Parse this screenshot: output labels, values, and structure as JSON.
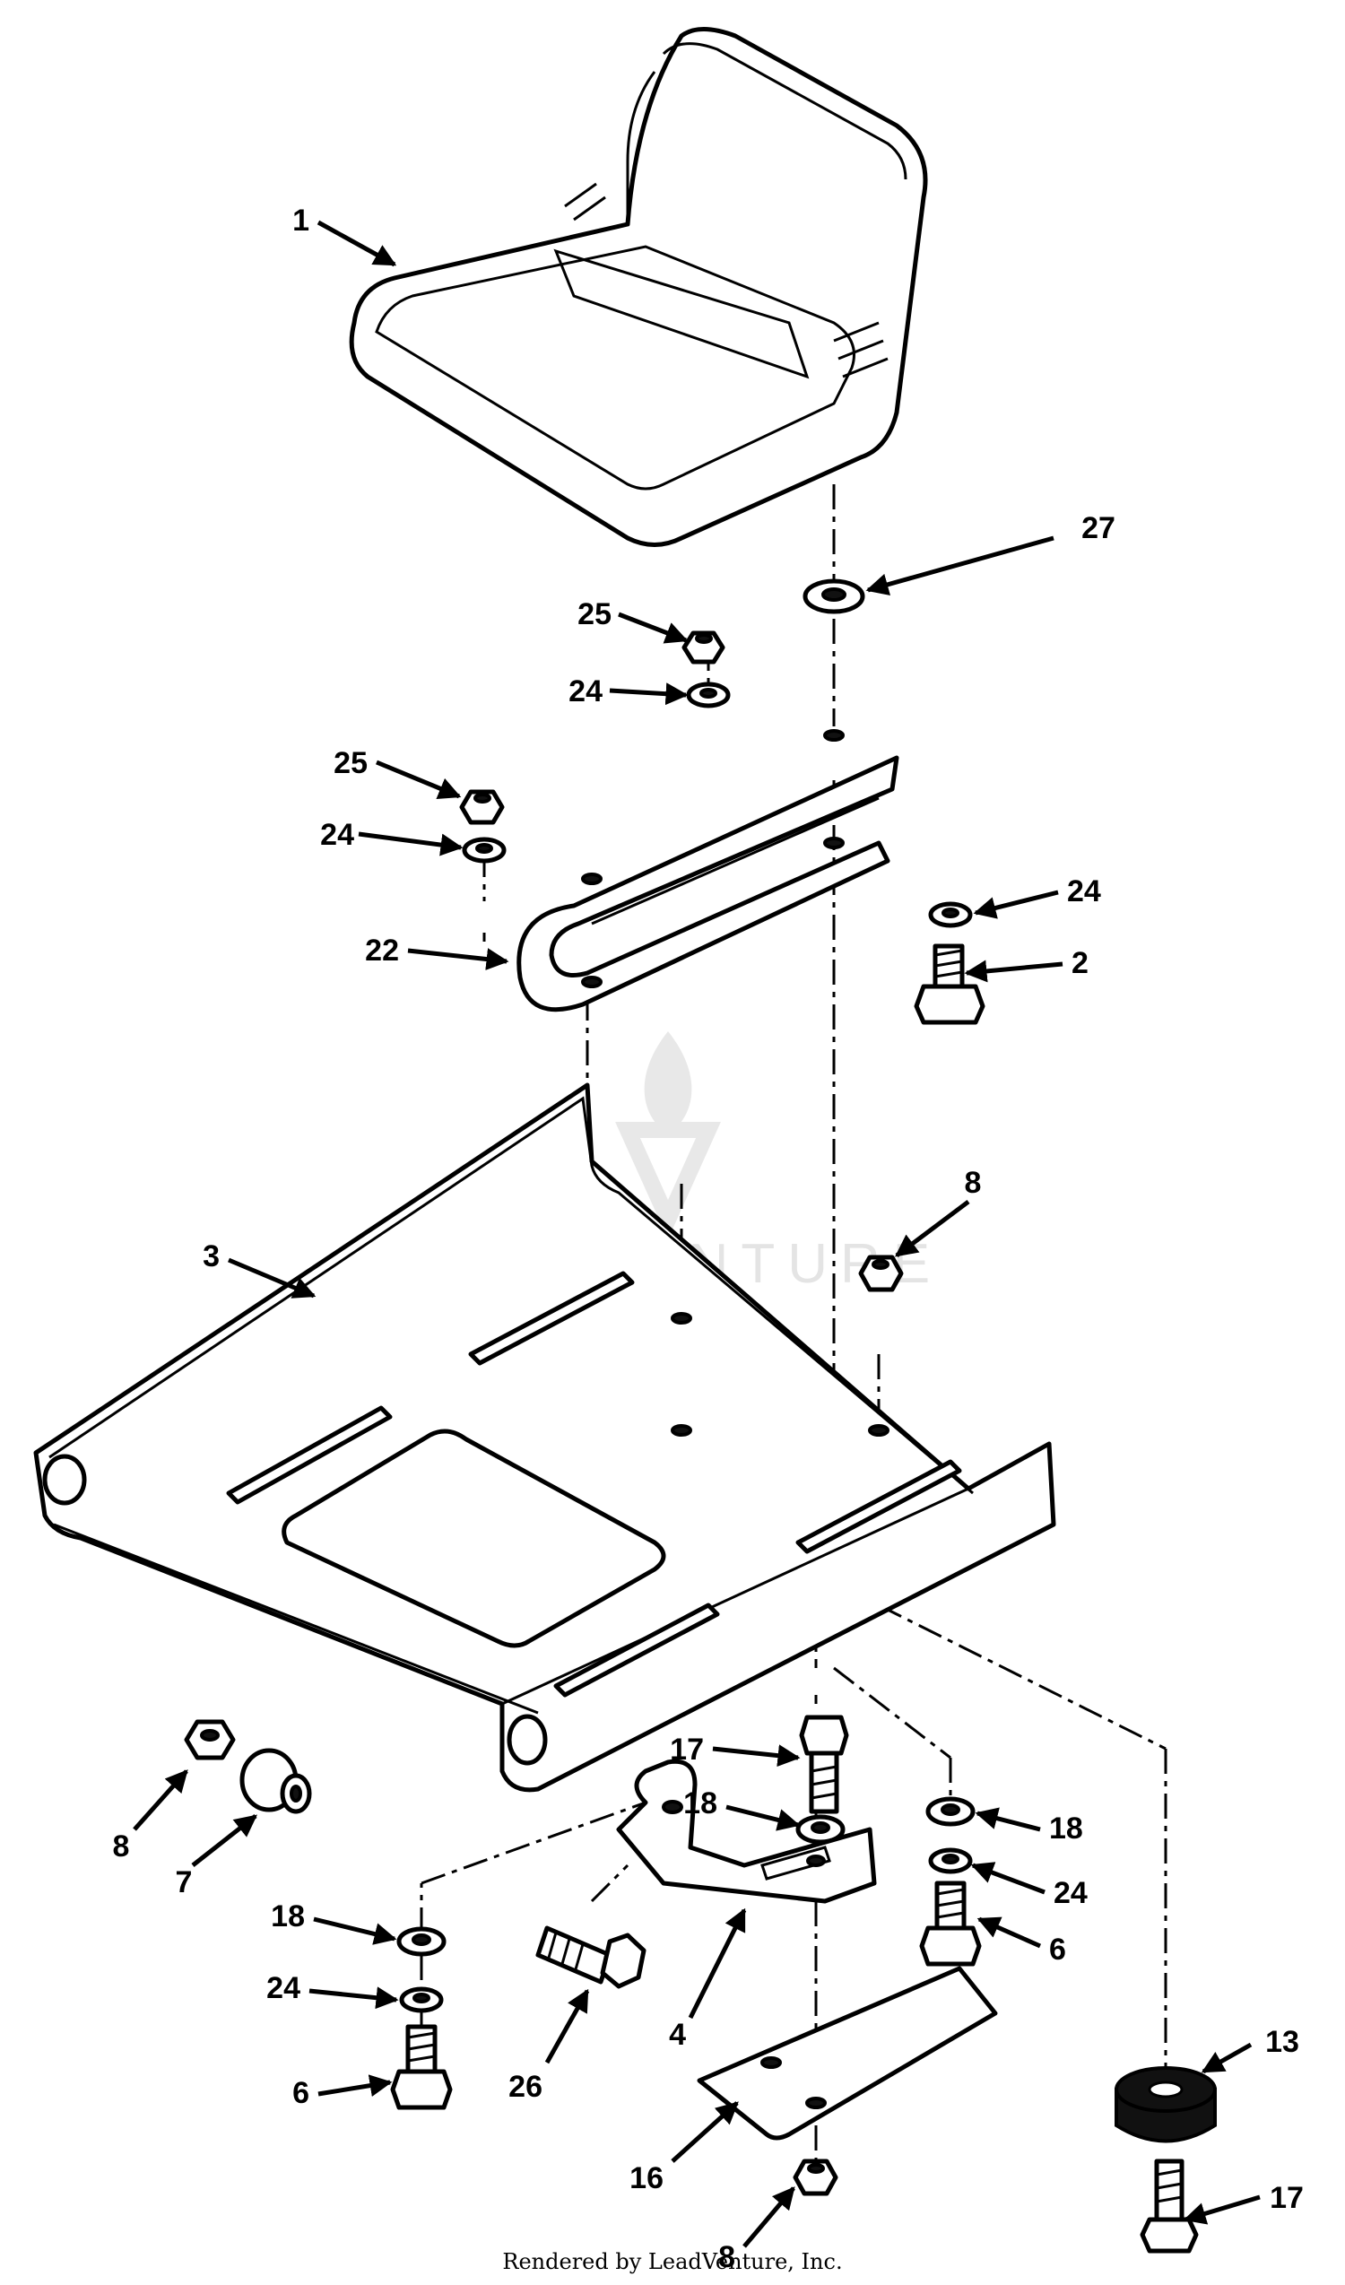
{
  "callouts": [
    {
      "id": "1",
      "text": "1"
    },
    {
      "id": "27",
      "text": "27"
    },
    {
      "id": "25a",
      "text": "25"
    },
    {
      "id": "24a",
      "text": "24"
    },
    {
      "id": "25b",
      "text": "25"
    },
    {
      "id": "24b",
      "text": "24"
    },
    {
      "id": "22",
      "text": "22"
    },
    {
      "id": "24c",
      "text": "24"
    },
    {
      "id": "2",
      "text": "2"
    },
    {
      "id": "3",
      "text": "3"
    },
    {
      "id": "8a",
      "text": "8"
    },
    {
      "id": "8b",
      "text": "8"
    },
    {
      "id": "7",
      "text": "7"
    },
    {
      "id": "17a",
      "text": "17"
    },
    {
      "id": "18a",
      "text": "18"
    },
    {
      "id": "18b",
      "text": "18"
    },
    {
      "id": "24d",
      "text": "24"
    },
    {
      "id": "6a",
      "text": "6"
    },
    {
      "id": "18c",
      "text": "18"
    },
    {
      "id": "24e",
      "text": "24"
    },
    {
      "id": "6b",
      "text": "6"
    },
    {
      "id": "26",
      "text": "26"
    },
    {
      "id": "4",
      "text": "4"
    },
    {
      "id": "13",
      "text": "13"
    },
    {
      "id": "16",
      "text": "16"
    },
    {
      "id": "17b",
      "text": "17"
    },
    {
      "id": "8c",
      "text": "8"
    }
  ],
  "watermark": {
    "brand": "LEADVENTURE"
  },
  "footer": {
    "credit": "Rendered by LeadVenture, Inc."
  }
}
